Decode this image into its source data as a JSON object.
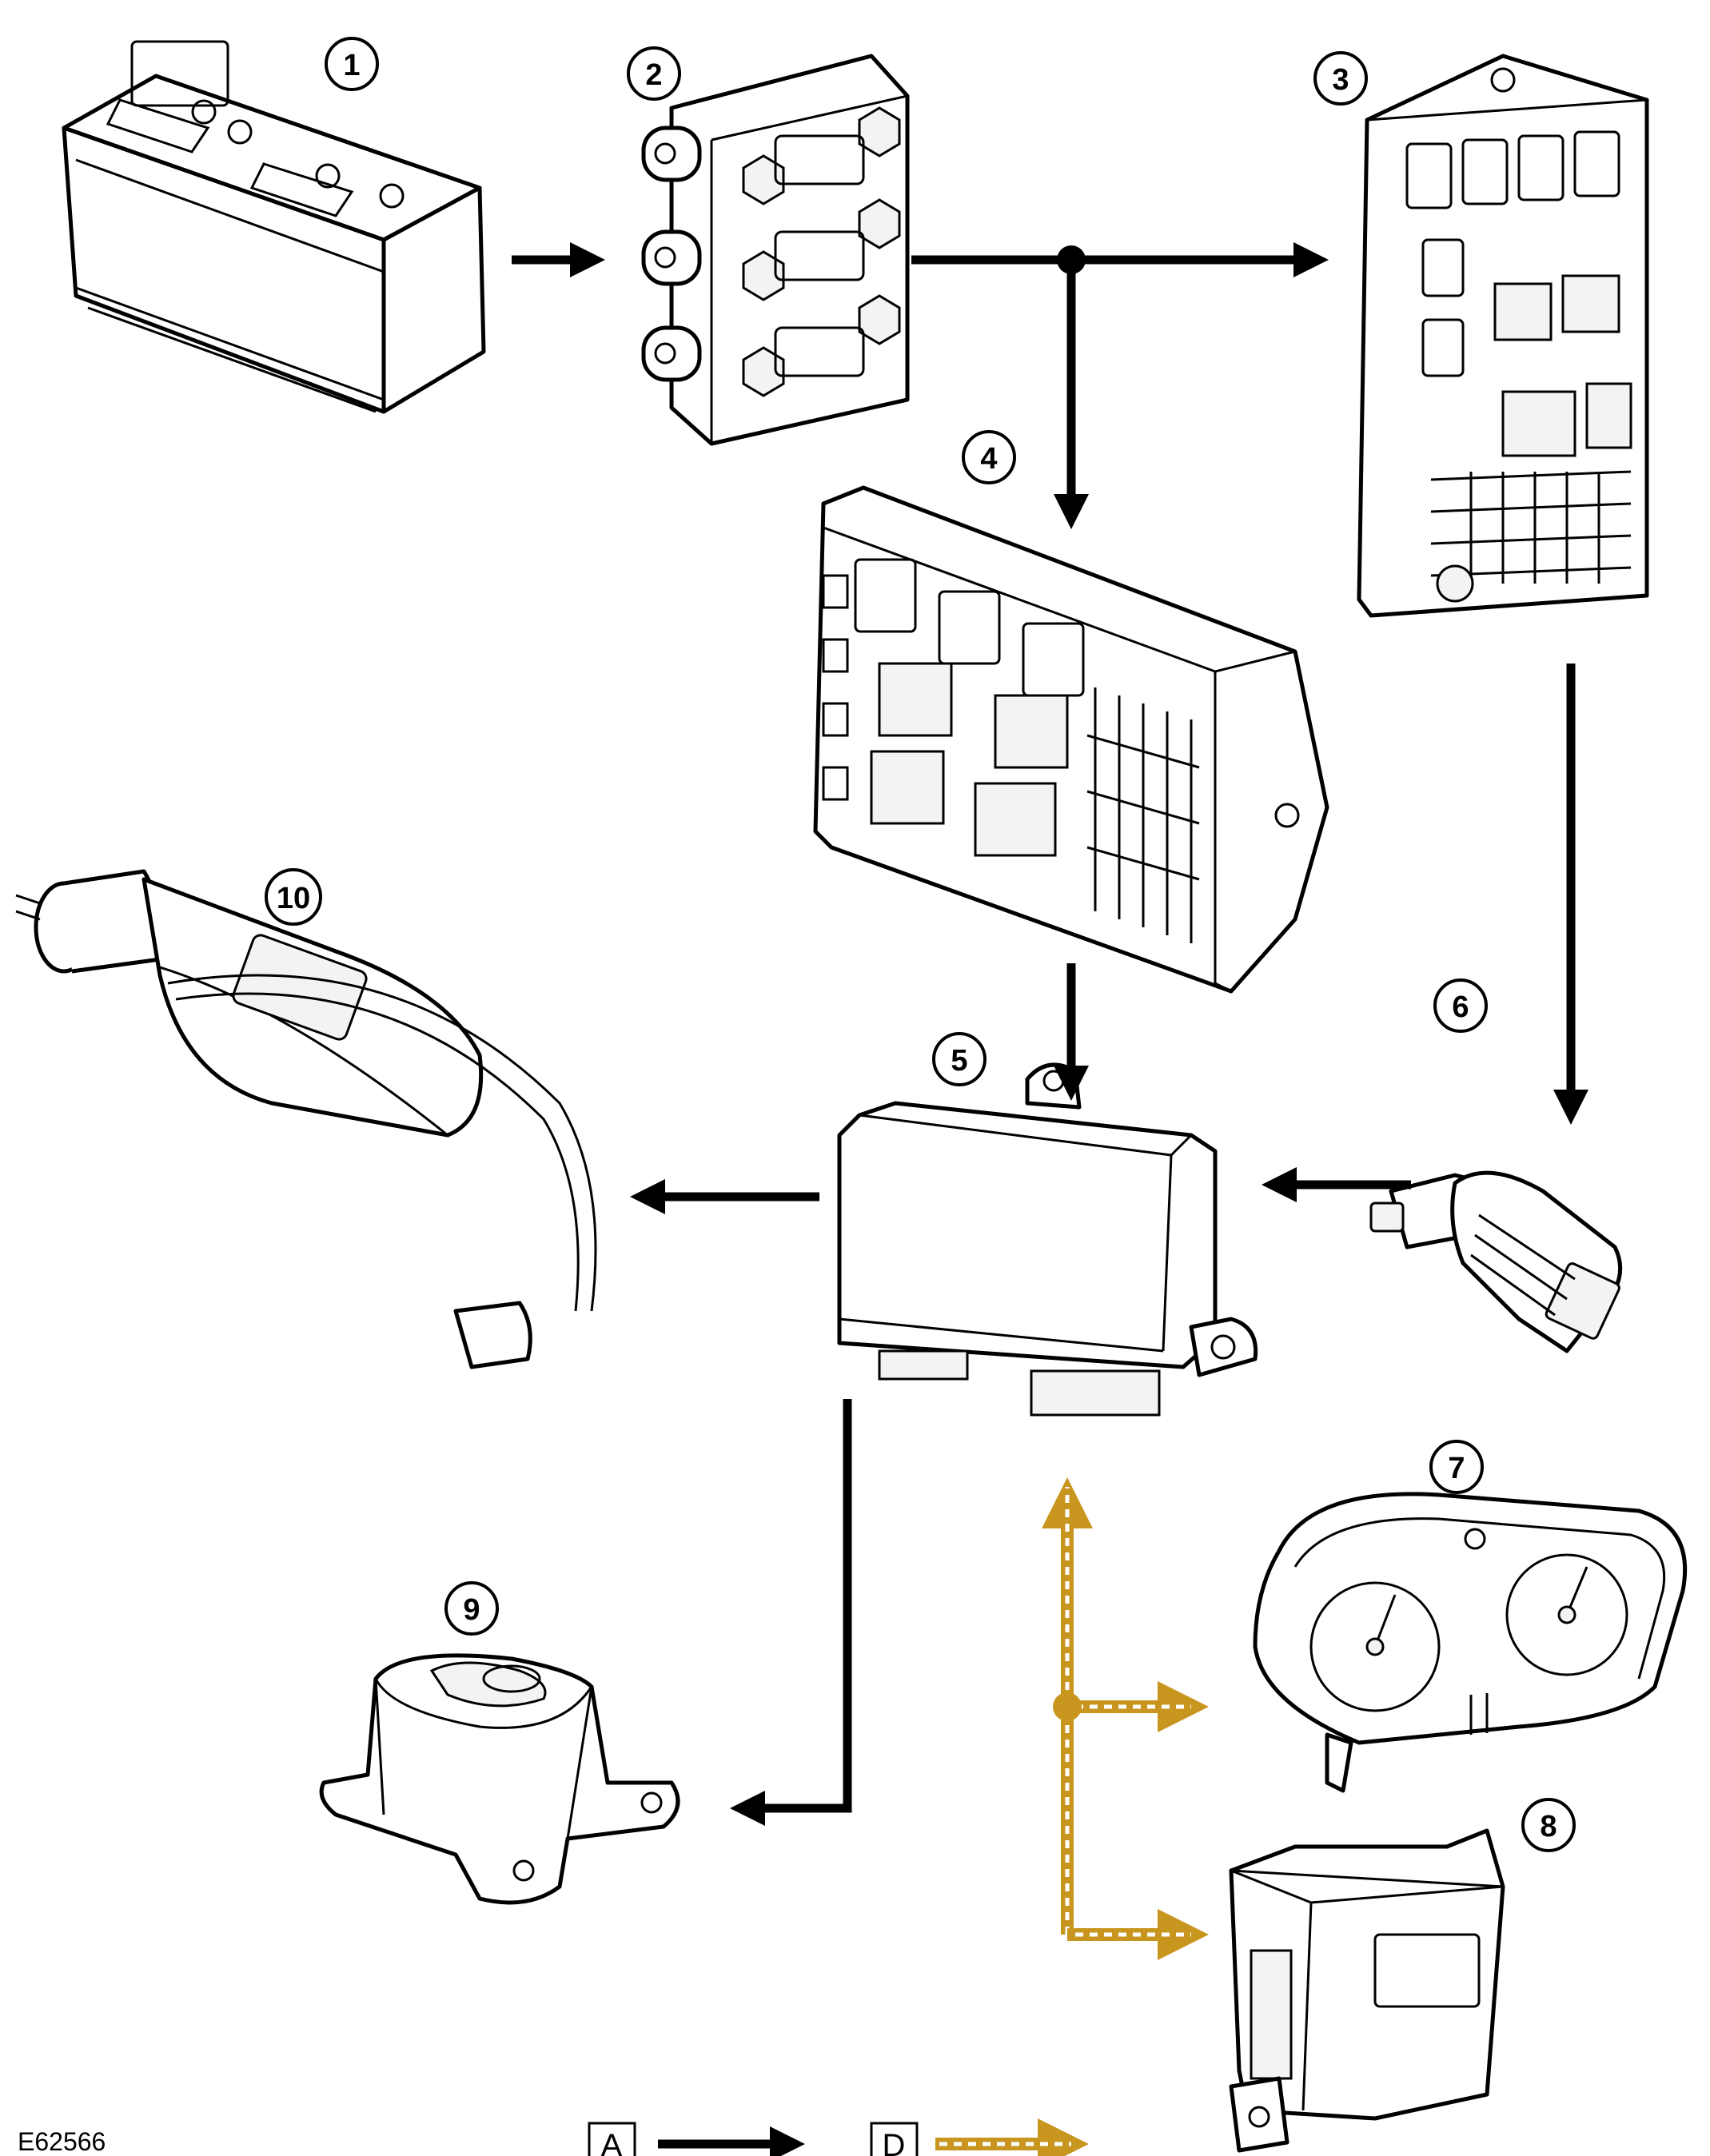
{
  "figure_id": "E62566",
  "colors": {
    "power_line": "#000000",
    "data_line": "#c8961e",
    "data_dash": "#ffffff"
  },
  "callouts": [
    {
      "id": "c1",
      "label": "1"
    },
    {
      "id": "c2",
      "label": "2"
    },
    {
      "id": "c3",
      "label": "3"
    },
    {
      "id": "c4",
      "label": "4"
    },
    {
      "id": "c5",
      "label": "5"
    },
    {
      "id": "c6",
      "label": "6"
    },
    {
      "id": "c7",
      "label": "7"
    },
    {
      "id": "c8",
      "label": "8"
    },
    {
      "id": "c9",
      "label": "9"
    },
    {
      "id": "c10",
      "label": "10"
    }
  ],
  "components": [
    {
      "id": "battery",
      "callout": "1",
      "icon": "battery-icon"
    },
    {
      "id": "bjb-terminal",
      "callout": "2",
      "icon": "terminal-block-icon"
    },
    {
      "id": "bjb",
      "callout": "3",
      "icon": "fuse-box-icon"
    },
    {
      "id": "cjb",
      "callout": "4",
      "icon": "fuse-box-icon"
    },
    {
      "id": "module",
      "callout": "5",
      "icon": "control-module-icon"
    },
    {
      "id": "switch",
      "callout": "6",
      "icon": "switch-icon"
    },
    {
      "id": "cluster",
      "callout": "7",
      "icon": "instrument-cluster-icon"
    },
    {
      "id": "module-8",
      "callout": "8",
      "icon": "control-module-icon"
    },
    {
      "id": "selector",
      "callout": "9",
      "icon": "selector-icon"
    },
    {
      "id": "actuator",
      "callout": "10",
      "icon": "actuator-icon"
    }
  ],
  "connections": [
    {
      "from": "1",
      "to": "2",
      "type": "A"
    },
    {
      "from": "2",
      "to": "3",
      "type": "A"
    },
    {
      "from": "2",
      "to": "4",
      "type": "A"
    },
    {
      "from": "3",
      "to": "6",
      "type": "A"
    },
    {
      "from": "4",
      "to": "5",
      "type": "A"
    },
    {
      "from": "6",
      "to": "5",
      "type": "A"
    },
    {
      "from": "5",
      "to": "10",
      "type": "A"
    },
    {
      "from": "5",
      "to": "9",
      "type": "A"
    },
    {
      "from": "7",
      "to": "5",
      "type": "D"
    },
    {
      "from": "8",
      "to": "5",
      "type": "D"
    }
  ],
  "legend": [
    {
      "key": "A",
      "line": "power"
    },
    {
      "key": "D",
      "line": "data"
    }
  ]
}
